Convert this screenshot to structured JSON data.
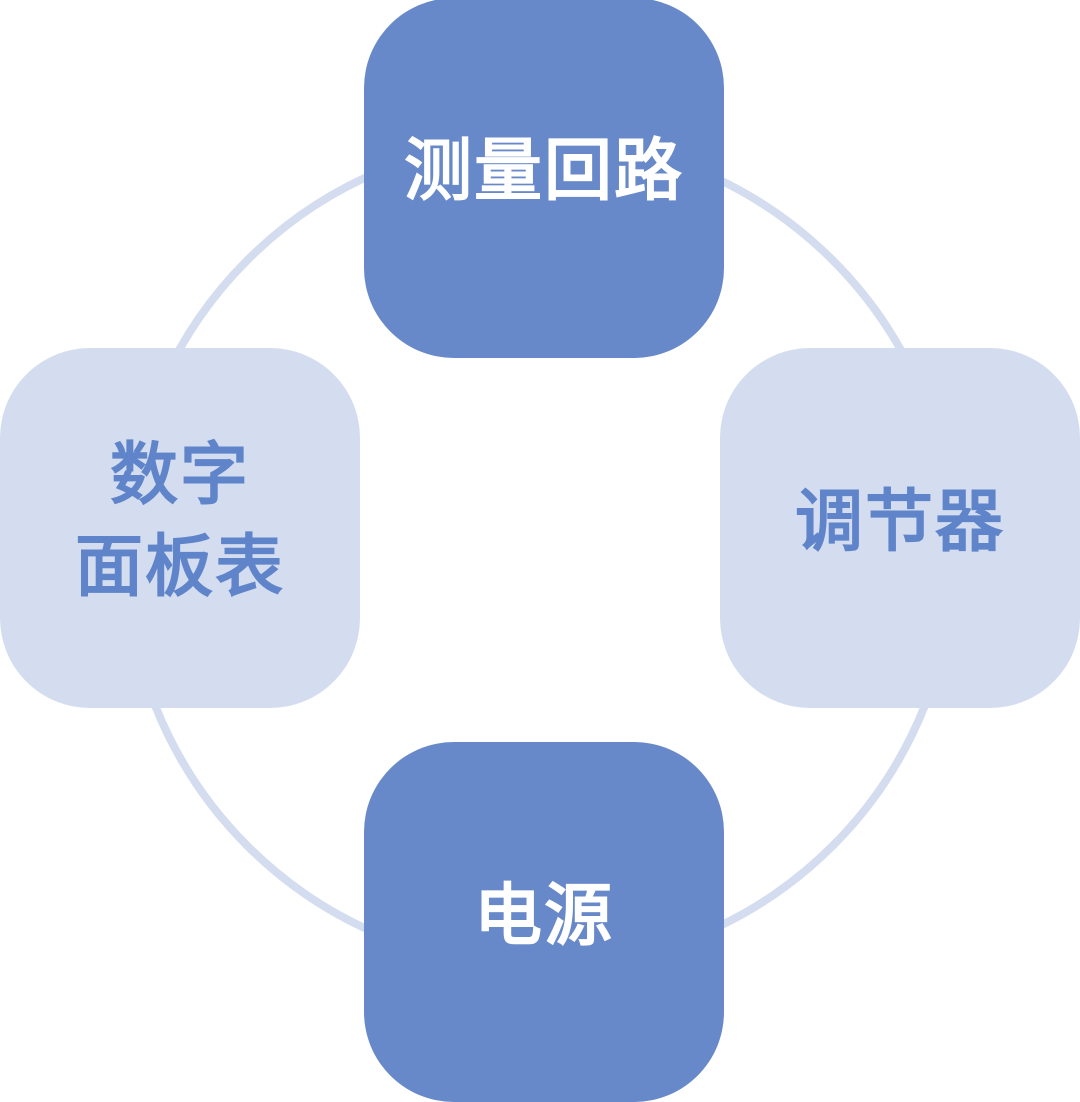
{
  "diagram": {
    "type": "cycle",
    "colors": {
      "ring": "#d3ddef",
      "dark_box": "#6889c9",
      "light_box": "#d3ddef",
      "dark_text": "#ffffff",
      "light_text": "#5f84c9"
    },
    "nodes": [
      {
        "position": "top",
        "label": "测量回路",
        "style": "dark"
      },
      {
        "position": "right",
        "label": "调节器",
        "style": "light"
      },
      {
        "position": "bottom",
        "label": "电源",
        "style": "dark"
      },
      {
        "position": "left",
        "label": "数字\n面板表",
        "style": "light"
      }
    ]
  }
}
